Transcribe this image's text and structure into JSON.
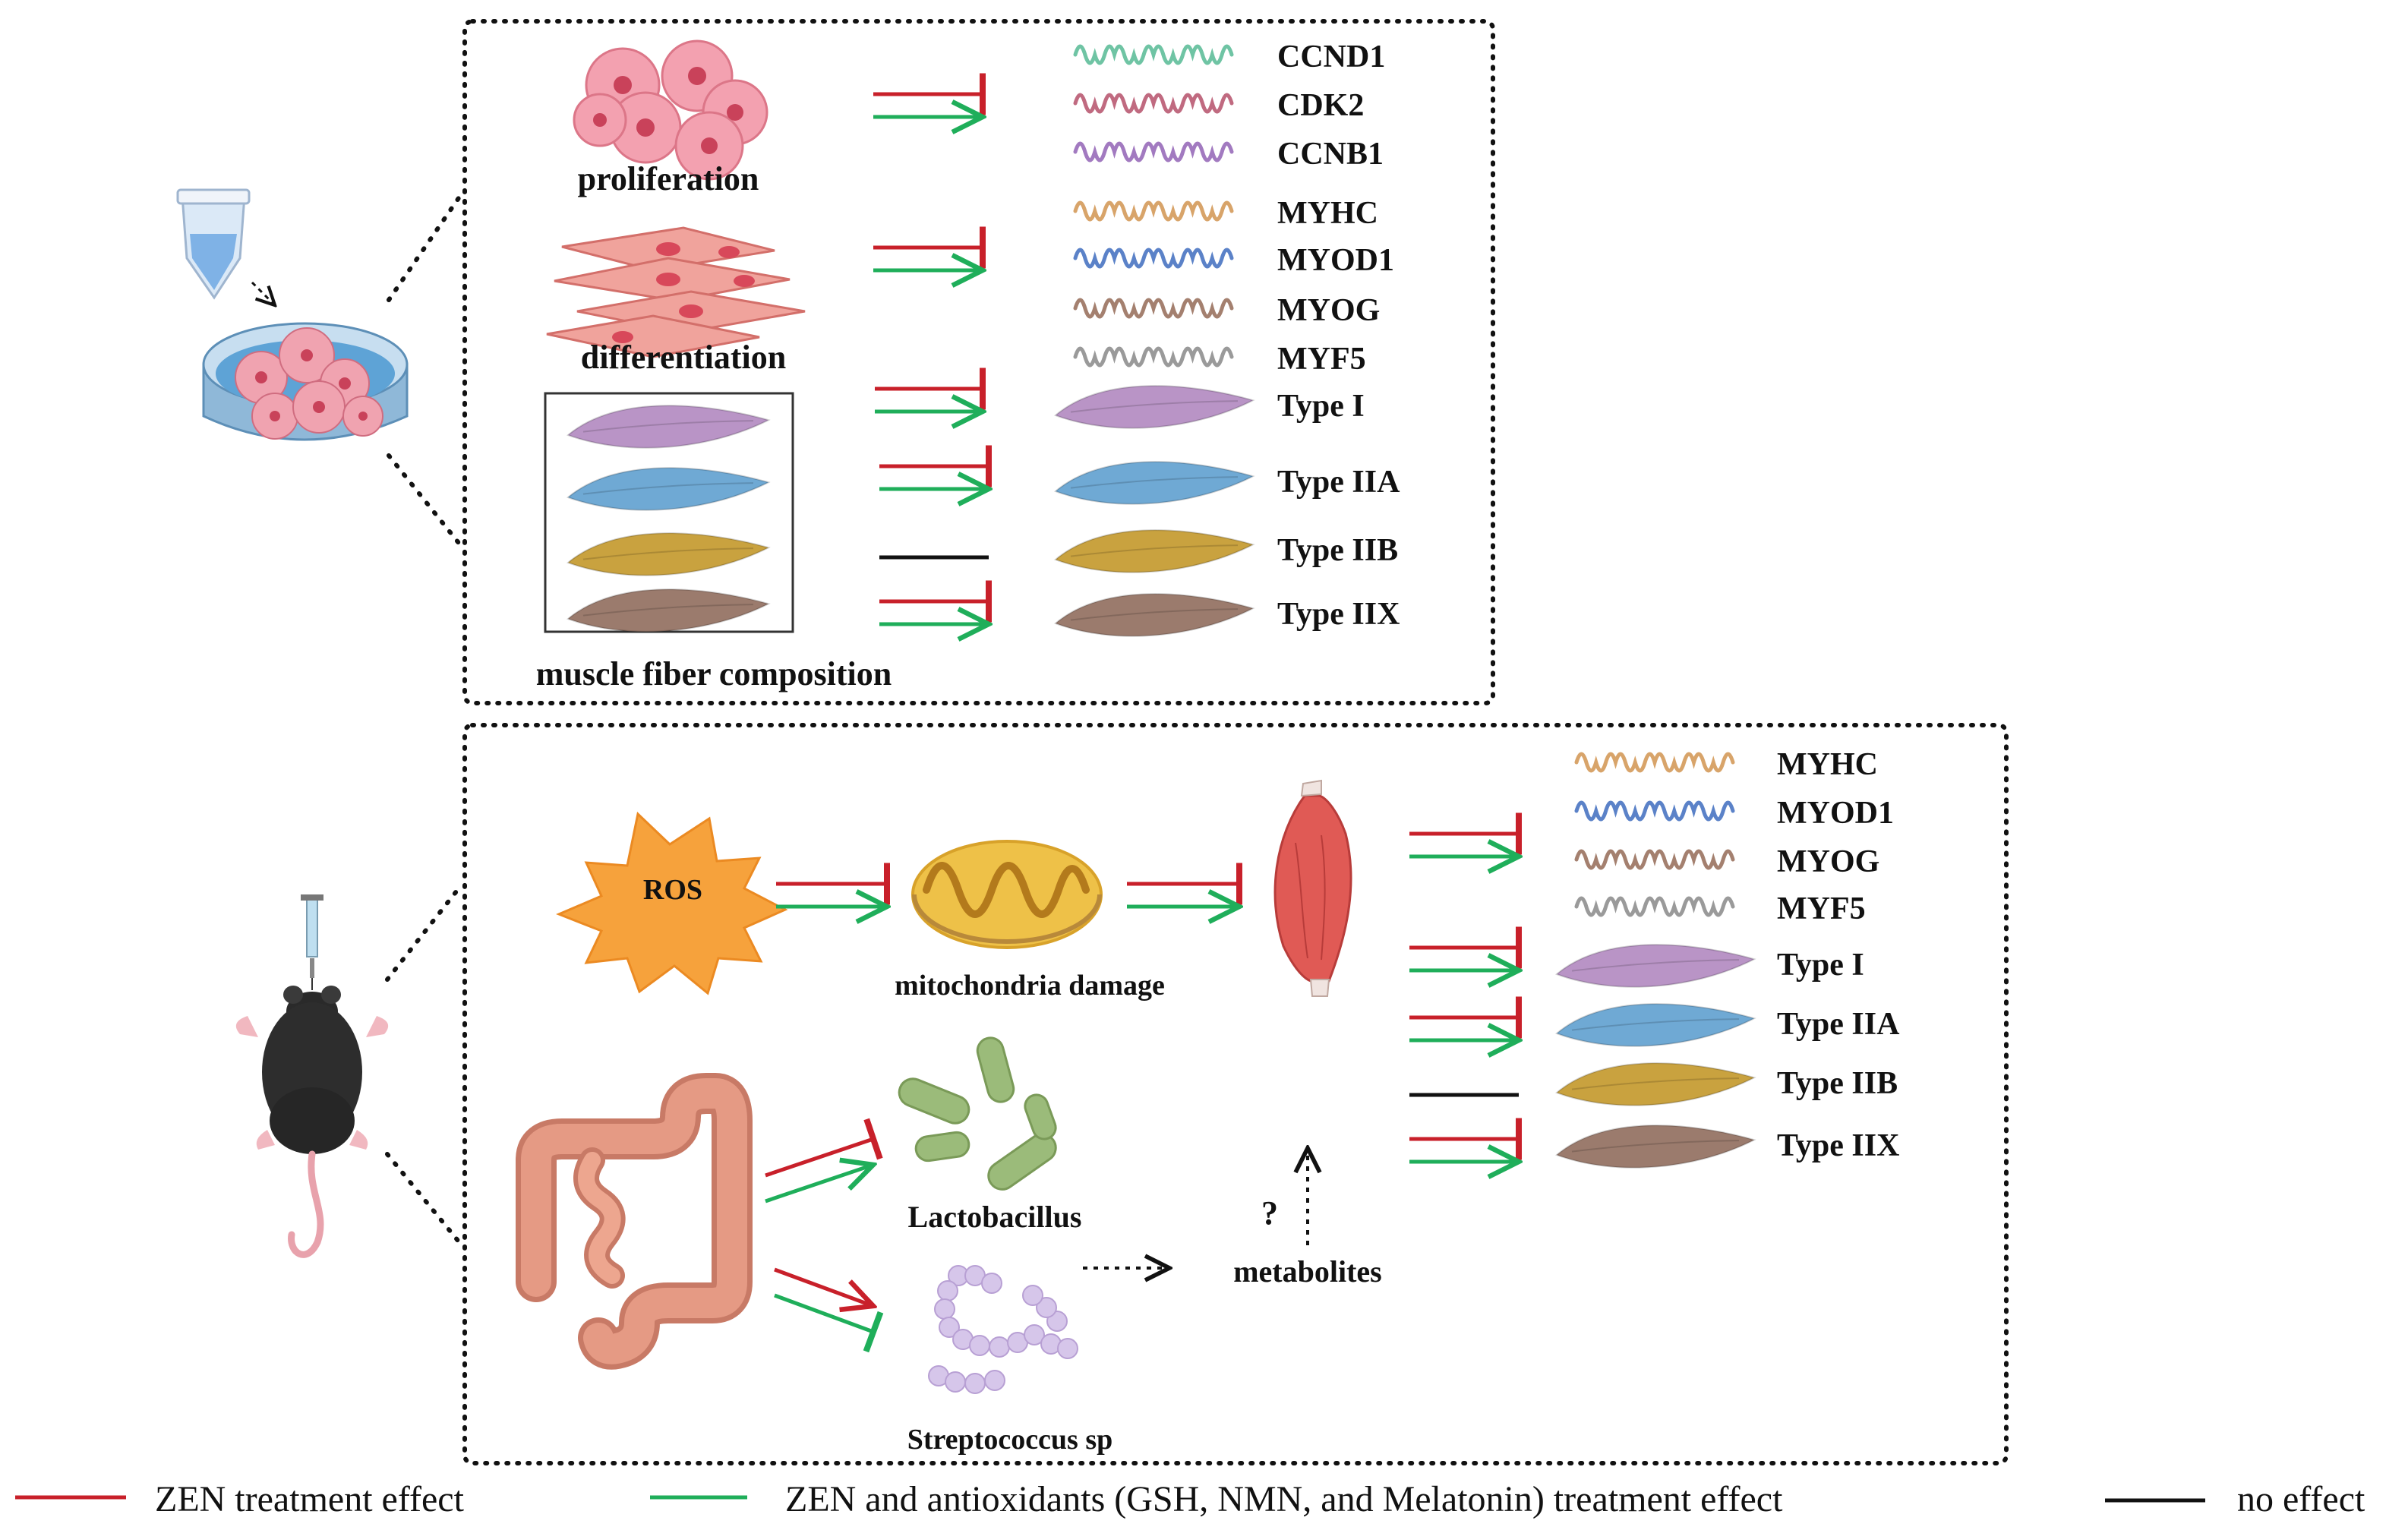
{
  "colors": {
    "zen": "#c8202a",
    "antioxidant": "#1fae5a",
    "noeffect": "#111111",
    "type_i": "#b994c6",
    "type_iia": "#6fa9d4",
    "type_iib": "#c9a23f",
    "type_iix": "#9b7b6d",
    "ccnd1": "#6fc4a4",
    "cdk2": "#c06a80",
    "ccnb1": "#a27ac0",
    "myhc": "#d8a46a",
    "myod1": "#5b82c8",
    "myog": "#a4806f",
    "myf5": "#9a9a9a"
  },
  "top_panel": {
    "proliferation": "proliferation",
    "differentiation": "differentiation",
    "fiber_caption": "muscle fiber composition",
    "genes_proliferation": [
      "CCND1",
      "CDK2",
      "CCNB1"
    ],
    "genes_differentiation": [
      "MYHC",
      "MYOD1",
      "MYOG",
      "MYF5"
    ],
    "fiber_types": [
      "Type I",
      "Type IIA",
      "Type IIB",
      "Type IIX"
    ]
  },
  "bottom_panel": {
    "ros": "ROS",
    "mito": "mitochondria damage",
    "lacto": "Lactobacillus",
    "strep": "Streptococcus sp",
    "question": "?",
    "metabolites": "metabolites",
    "genes": [
      "MYHC",
      "MYOD1",
      "MYOG",
      "MYF5"
    ],
    "fiber_types": [
      "Type I",
      "Type IIA",
      "Type IIB",
      "Type IIX"
    ]
  },
  "legend": {
    "zen": "ZEN treatment effect",
    "antioxidant": "ZEN and antioxidants (GSH, NMN, and Melatonin) treatment effect",
    "noeffect": "no effect"
  }
}
